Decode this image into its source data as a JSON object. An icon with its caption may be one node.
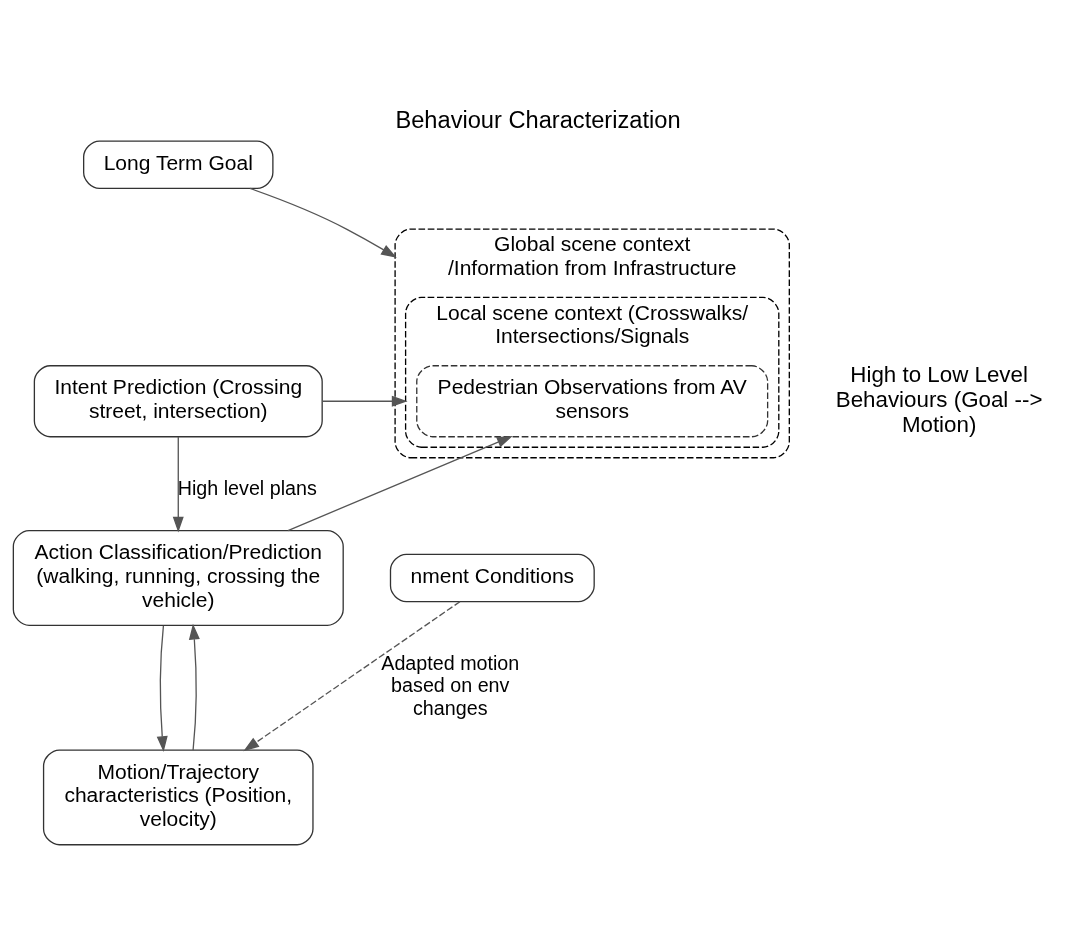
{
  "diagram": {
    "title": "Behaviour Characterization",
    "nodes": [
      {
        "text": [
          "Long Term Goal"
        ]
      },
      {
        "text": [
          "Intent Prediction (Crossing street, intersection)"
        ]
      },
      {
        "text": [
          "Action Classification/Prediction",
          "(walking, running, crossing the vehicle)"
        ]
      },
      {
        "text": [
          "Motion/Trajectory characteristics (Position, velocity)"
        ]
      },
      {
        "text": [
          "Global scene context /Information from Infrastructure"
        ]
      },
      {
        "text": [
          "Local scene context (Crosswalks/Intersections/Signals"
        ],
        "in": 4
      },
      {
        "text": [
          "Pedestrian Observations from AV sensors"
        ],
        "in": 5
      },
      {
        "text": [
          "nment Conditions"
        ]
      }
    ],
    "edges": [
      {
        "from": 0,
        "to": 4,
        "arrow": "to"
      },
      {
        "from": 1,
        "to": 5,
        "arrow": "to"
      },
      {
        "from": 2,
        "to": 6,
        "arrow": "to"
      },
      {
        "from": 1,
        "to": 2,
        "arrow": "to",
        "label": "High level plans"
      },
      {
        "from": 2,
        "to": 3,
        "arrow": "to"
      },
      {
        "from": 3,
        "to": 2,
        "arrow": "to"
      },
      {
        "from": 7,
        "to": 3,
        "arrow": "to",
        "style": "dashed",
        "label": "Adapted motion based on env changes"
      }
    ],
    "labels": [
      "High to Low Level Behaviours (Goal --> Motion)"
    ]
  }
}
